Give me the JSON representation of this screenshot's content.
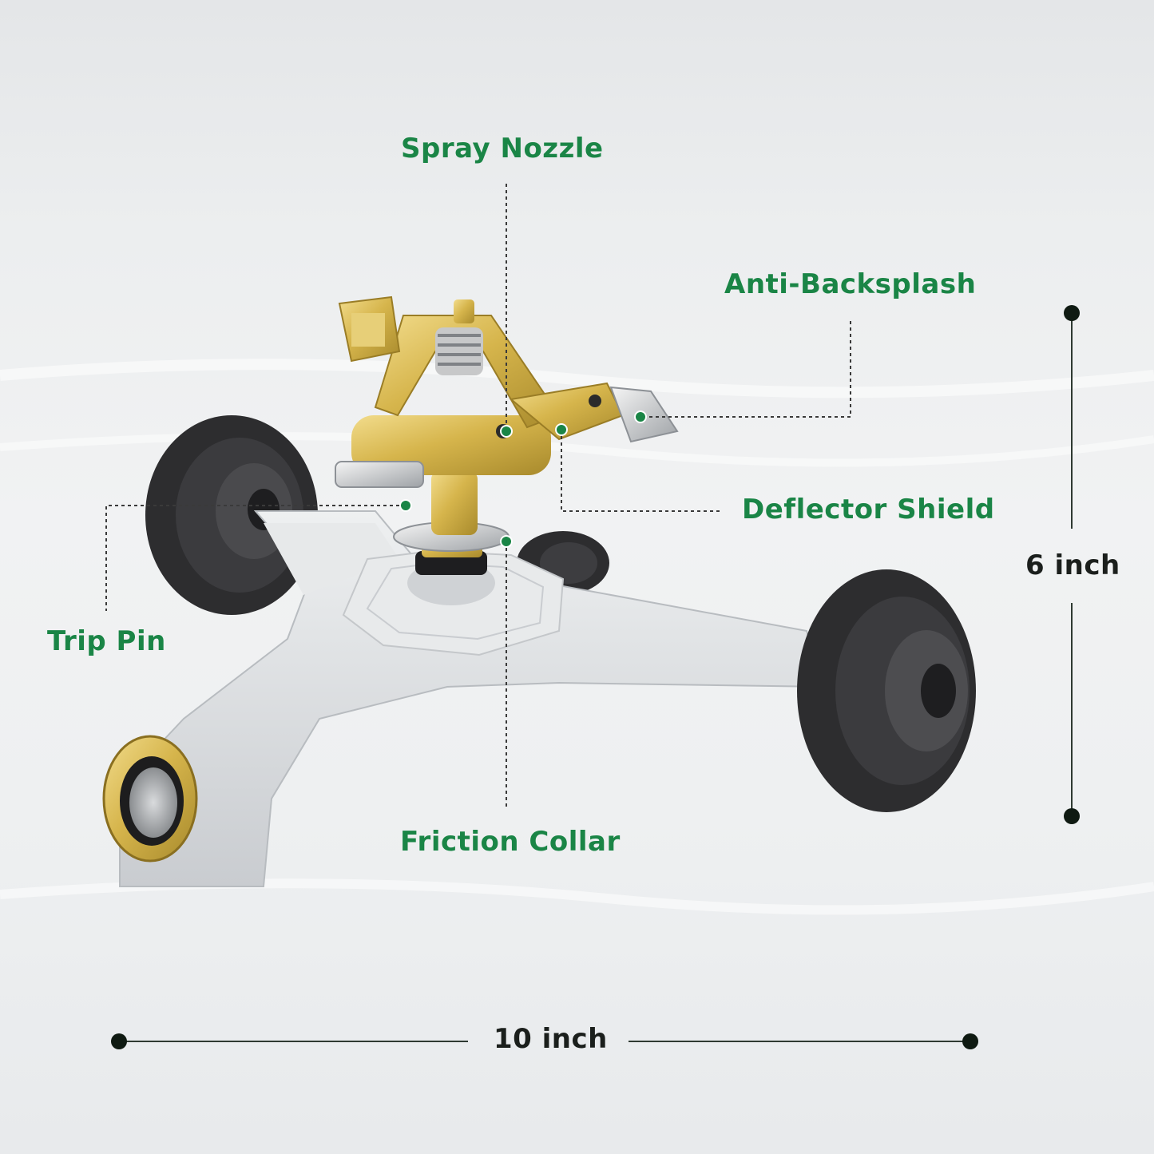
{
  "labels": {
    "spray_nozzle": "Spray Nozzle",
    "anti_backsplash": "Anti-Backsplash",
    "deflector_shield": "Deflector Shield",
    "trip_pin": "Trip Pin",
    "friction_collar": "Friction Collar"
  },
  "dimensions": {
    "height": "6 inch",
    "width": "10 inch"
  },
  "colors": {
    "label_green": "#1a8546",
    "dimension_text": "#1b1f1c",
    "callout_dot": "#1a8546",
    "dimension_dot": "#0f1a12",
    "brass": "#d9b850",
    "base_gray": "#dcdfe1",
    "tire": "#2d2d2f"
  }
}
